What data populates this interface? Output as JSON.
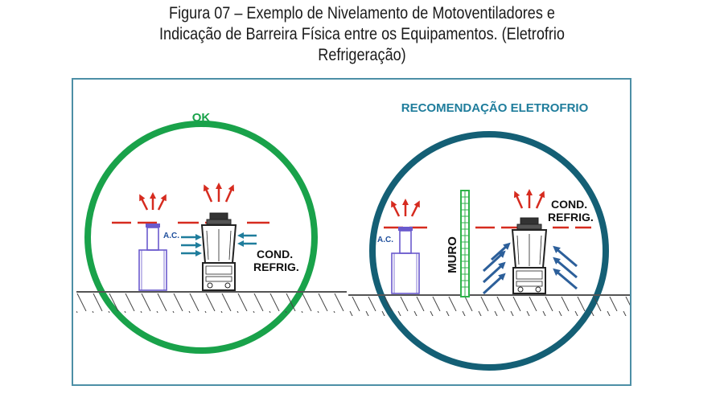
{
  "caption": {
    "line1": "Figura 07 – Exemplo de Nivelamento de Motoventiladores e",
    "line2": "Indicação de Barreira Física entre os Equipamentos. (Eletrofrio",
    "line3": "Refrigeração)"
  },
  "left_panel": {
    "title": "OK",
    "ac_label": "A.C.",
    "cond_line1": "COND.",
    "cond_line2": "REFRIG."
  },
  "right_panel": {
    "title": "RECOMENDAÇÃO ELETROFRIO",
    "ac_label": "A.C.",
    "cond_line1": "COND.",
    "cond_line2": "REFRIG.",
    "wall_label": "MURO"
  },
  "colors": {
    "ok_circle": "#19a24a",
    "recommend_circle": "#145f75",
    "red_arrow": "#d62b1f",
    "teal_arrow": "#1f7d9c",
    "blue_arrow": "#2c5f9a",
    "ac_unit": "#6a5acd",
    "wall": "#2fb24a",
    "frame": "#4d8fa6"
  }
}
